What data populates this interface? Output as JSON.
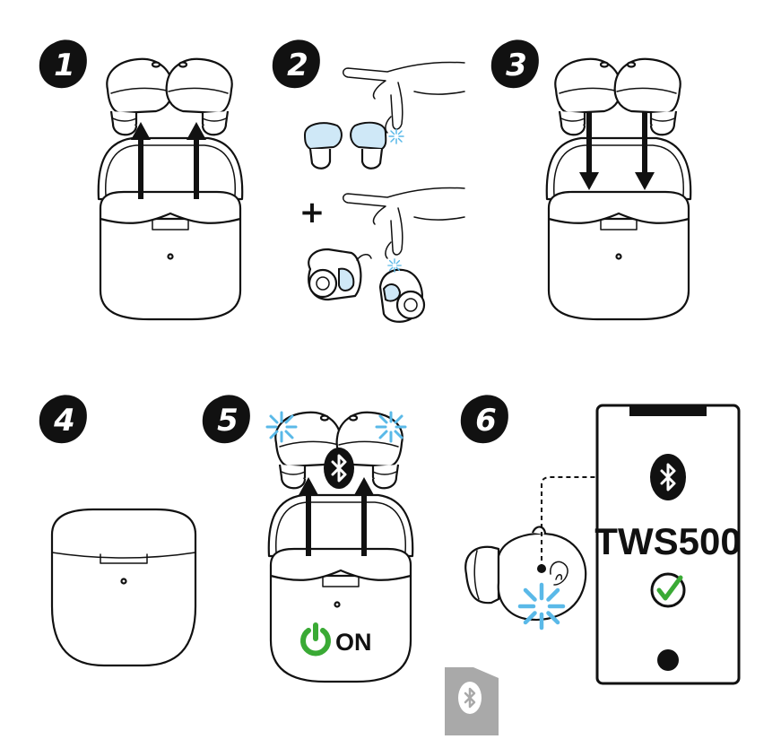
{
  "steps": [
    {
      "number": "1"
    },
    {
      "number": "2",
      "plus": "+"
    },
    {
      "number": "3"
    },
    {
      "number": "4"
    },
    {
      "number": "5",
      "power_label": "ON"
    },
    {
      "number": "6",
      "model_name": "TWS500"
    }
  ],
  "colors": {
    "ink": "#111111",
    "led_blue": "#5ab9e8",
    "touch_blue": "#cfe8f7",
    "power_green": "#3aaa35",
    "check_green": "#3aaa35",
    "app_gray": "#a9a9a9"
  },
  "icons": {
    "bluetooth": "bluetooth-icon",
    "power": "power-icon",
    "check": "check-icon"
  }
}
